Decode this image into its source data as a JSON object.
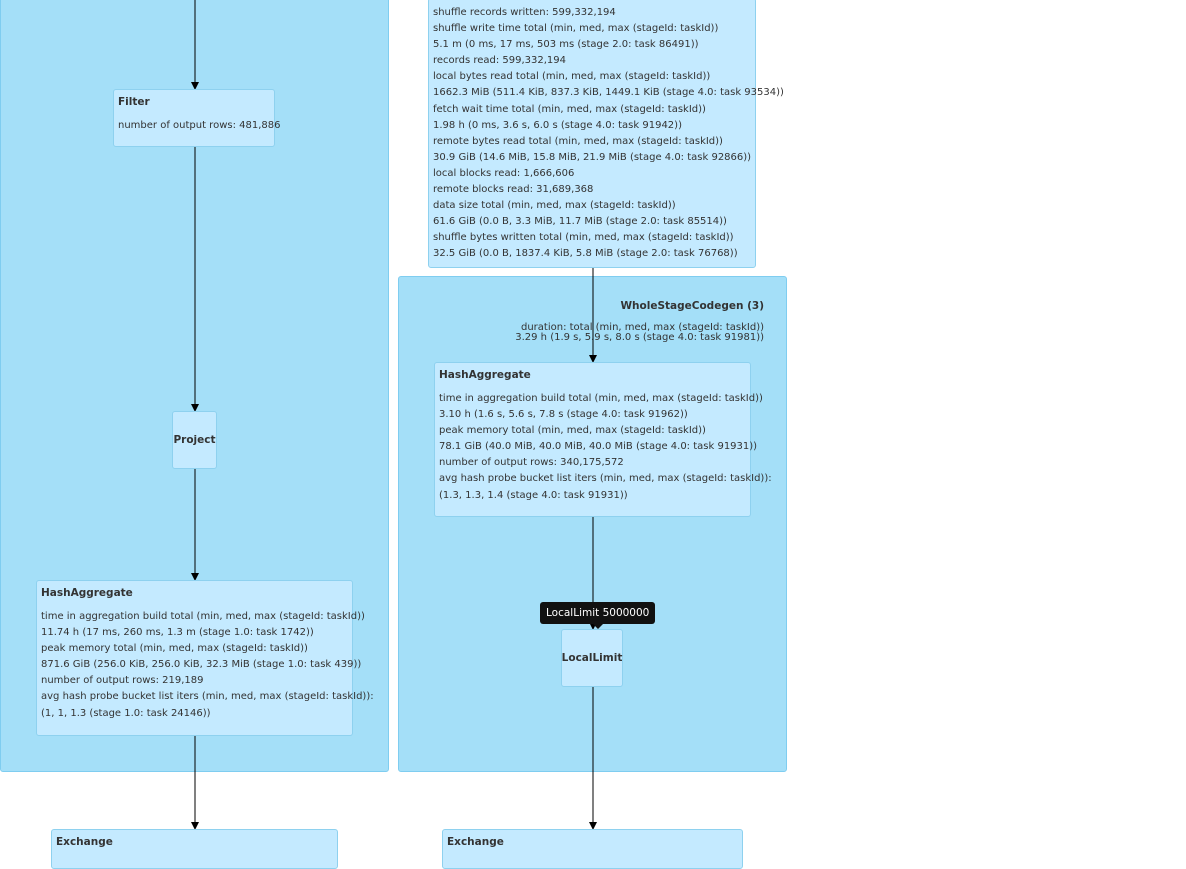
{
  "left_cluster": {
    "filter": {
      "title": "Filter",
      "lines": [
        "number of output rows: 481,886"
      ]
    },
    "project": {
      "title": "Project"
    },
    "hash_aggregate": {
      "title": "HashAggregate",
      "lines": [
        "time in aggregation build total (min, med, max (stageId: taskId))",
        "11.74 h (17 ms, 260 ms, 1.3 m (stage 1.0: task 1742))",
        "peak memory total (min, med, max (stageId: taskId))",
        "871.6 GiB (256.0 KiB, 256.0 KiB, 32.3 MiB (stage 1.0: task 439))",
        "number of output rows: 219,189",
        "avg hash probe bucket list iters (min, med, max (stageId: taskId)):",
        "(1, 1, 1.3 (stage 1.0: task 24146))"
      ]
    }
  },
  "exchange_top": {
    "lines": [
      "shuffle records written: 599,332,194",
      "shuffle write time total (min, med, max (stageId: taskId))",
      "5.1 m (0 ms, 17 ms, 503 ms (stage 2.0: task 86491))",
      "records read: 599,332,194",
      "local bytes read total (min, med, max (stageId: taskId))",
      "1662.3 MiB (511.4 KiB, 837.3 KiB, 1449.1 KiB (stage 4.0: task 93534))",
      "fetch wait time total (min, med, max (stageId: taskId))",
      "1.98 h (0 ms, 3.6 s, 6.0 s (stage 4.0: task 91942))",
      "remote bytes read total (min, med, max (stageId: taskId))",
      "30.9 GiB (14.6 MiB, 15.8 MiB, 21.9 MiB (stage 4.0: task 92866))",
      "local blocks read: 1,666,606",
      "remote blocks read: 31,689,368",
      "data size total (min, med, max (stageId: taskId))",
      "61.6 GiB (0.0 B, 3.3 MiB, 11.7 MiB (stage 2.0: task 85514))",
      "shuffle bytes written total (min, med, max (stageId: taskId))",
      "32.5 GiB (0.0 B, 1837.4 KiB, 5.8 MiB (stage 2.0: task 76768))"
    ]
  },
  "right_cluster": {
    "label": "WholeStageCodegen (3)",
    "duration_label": "duration: total (min, med, max (stageId: taskId))",
    "duration_value": "3.29 h (1.9 s, 5.9 s, 8.0 s (stage 4.0: task 91981))",
    "hash_aggregate": {
      "title": "HashAggregate",
      "lines": [
        "time in aggregation build total (min, med, max (stageId: taskId))",
        "3.10 h (1.6 s, 5.6 s, 7.8 s (stage 4.0: task 91962))",
        "peak memory total (min, med, max (stageId: taskId))",
        "78.1 GiB (40.0 MiB, 40.0 MiB, 40.0 MiB (stage 4.0: task 91931))",
        "number of output rows: 340,175,572",
        "avg hash probe bucket list iters (min, med, max (stageId: taskId)):",
        "(1.3, 1.3, 1.4 (stage 4.0: task 91931))"
      ]
    },
    "local_limit": {
      "title": "LocalLimit"
    },
    "tooltip": "LocalLimit 5000000"
  },
  "exchange_left": {
    "title": "Exchange"
  },
  "exchange_right": {
    "title": "Exchange"
  }
}
